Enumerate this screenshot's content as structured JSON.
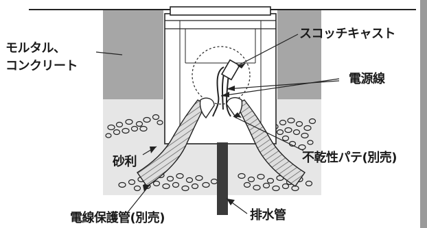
{
  "labels": {
    "mortar_line1": "モルタル、",
    "mortar_line2": "コンクリート",
    "scotchcast": "スコッチキャスト",
    "power_wire": "電源線",
    "gravel": "砂利",
    "putty": "不乾性パテ(別売)",
    "conduit": "電線保護管(別売)",
    "drain": "排水管"
  },
  "colors": {
    "mortar": "#a6a6a6",
    "gravel": "#e6e6e6",
    "fixture_body": "#ffffff",
    "conduit": "#dcdcdc",
    "drain_pipe": "#3a3a3a",
    "side_bar": "#9a9a9a",
    "text": "#1a1a1a"
  }
}
